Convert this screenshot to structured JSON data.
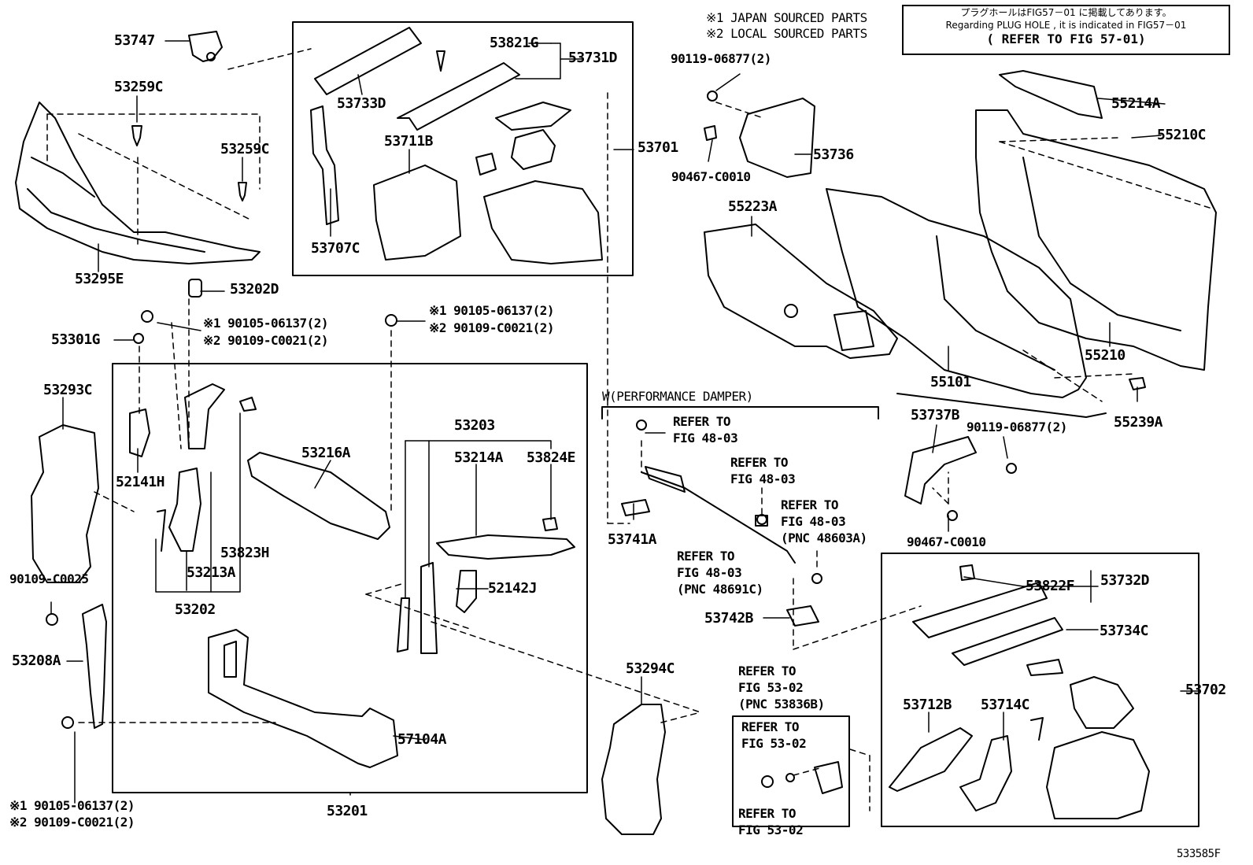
{
  "notes": {
    "legend_1": "※1 JAPAN SOURCED PARTS",
    "legend_2": "※2 LOCAL SOURCED PARTS",
    "box_line_1": "プラグホールはFIG57－01 に掲載してあります。",
    "box_line_2": "Regarding PLUG HOLE , it is indicated in FIG57－01",
    "box_line_3": "( REFER TO FIG 57-01)"
  },
  "labels": {
    "p53747": "53747",
    "p53259C_a": "53259C",
    "p53259C_b": "53259C",
    "p53295E": "53295E",
    "p53821G": "53821G",
    "p53731D": "53731D",
    "p53733D": "53733D",
    "p53711B": "53711B",
    "p53701": "53701",
    "p53707C": "53707C",
    "p90119_a": "90119-06877(2)",
    "p90467_a": "90467-C0010",
    "p53736": "53736",
    "p55214A": "55214A",
    "p55210C": "55210C",
    "p55223A": "55223A",
    "p55101": "55101",
    "p55210": "55210",
    "p55239A": "55239A",
    "p53202D": "53202D",
    "p53301G": "53301G",
    "p90105_a": "※1 90105-06137(2)",
    "p90109_a": "※2 90109-C0021(2)",
    "p90105_b": "※1 90105-06137(2)",
    "p90109_b": "※2 90109-C0021(2)",
    "p53293C": "53293C",
    "p52141H": "52141H",
    "p53216A": "53216A",
    "p53203": "53203",
    "p53214A": "53214A",
    "p53824E": "53824E",
    "p53823H": "53823H",
    "p53213A": "53213A",
    "p53202": "53202",
    "p52142J": "52142J",
    "p90109_c": "90109-C0025",
    "p53208A": "53208A",
    "p57104A": "57104A",
    "p53201": "53201",
    "p90105_c": "※1 90105-06137(2)",
    "p90109_d": "※2 90109-C0021(2)",
    "perf_damper": "W(PERFORMANCE DAMPER)",
    "ref1": [
      "REFER TO",
      "FIG 48-03"
    ],
    "ref2": [
      "REFER TO",
      "FIG 48-03"
    ],
    "ref3": [
      "REFER TO",
      "FIG 48-03",
      "(PNC 48603A)"
    ],
    "ref4": [
      "REFER TO",
      "FIG 48-03",
      "(PNC 48691C)"
    ],
    "p53741A": "53741A",
    "p53742B": "53742B",
    "p53294C": "53294C",
    "ref5": [
      "REFER TO",
      "FIG 53-02",
      "(PNC 53836B)"
    ],
    "ref6": [
      "REFER TO",
      "FIG 53-02"
    ],
    "ref7": [
      "REFER TO",
      "FIG 53-02"
    ],
    "p53737B": "53737B",
    "p90119_b": "90119-06877(2)",
    "p90467_b": "90467-C0010",
    "p53822F": "53822F",
    "p53732D": "53732D",
    "p53734C": "53734C",
    "p53702": "53702",
    "p53712B": "53712B",
    "p53714C": "53714C",
    "fig_code": "533585F"
  }
}
